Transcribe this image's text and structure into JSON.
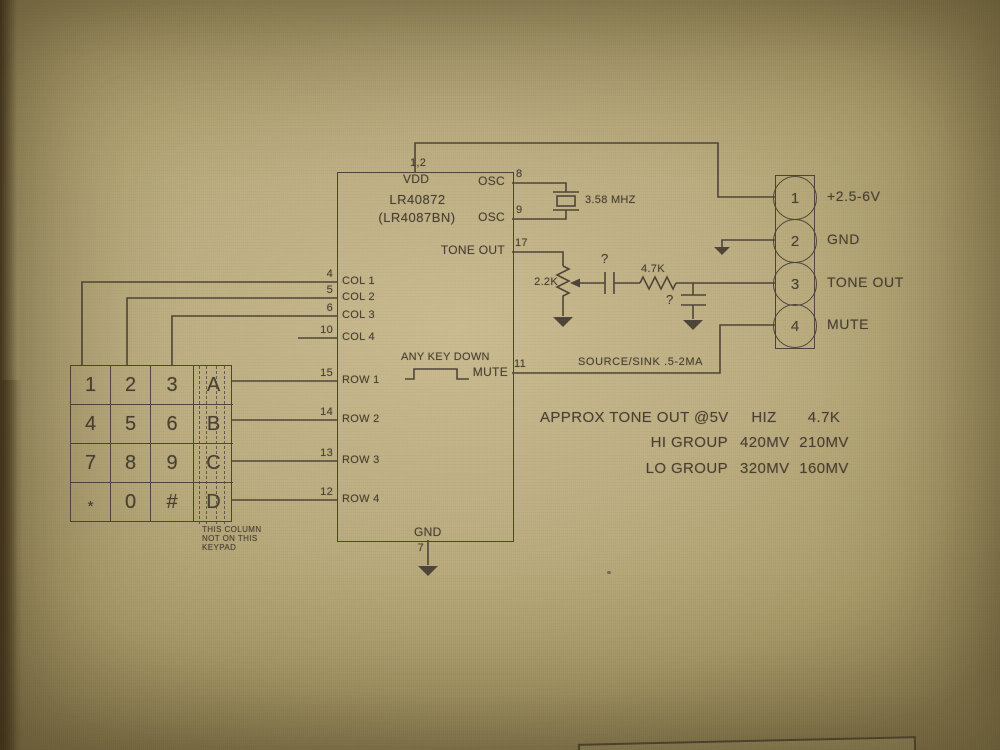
{
  "ic": {
    "name": "LR40872",
    "alt_name": "(LR4087BN)",
    "vdd_label": "VDD",
    "vdd_pins": "1,2",
    "gnd_label": "GND",
    "gnd_pin": "7",
    "any_key_down_label": "ANY KEY DOWN",
    "left_pins": [
      {
        "pin": "4",
        "label": "COL 1"
      },
      {
        "pin": "5",
        "label": "COL 2"
      },
      {
        "pin": "6",
        "label": "COL 3"
      },
      {
        "pin": "10",
        "label": "COL 4"
      },
      {
        "pin": "15",
        "label": "ROW 1"
      },
      {
        "pin": "14",
        "label": "ROW 2"
      },
      {
        "pin": "13",
        "label": "ROW 3"
      },
      {
        "pin": "12",
        "label": "ROW 4"
      }
    ],
    "right_pins": [
      {
        "pin": "8",
        "label": "OSC"
      },
      {
        "pin": "9",
        "label": "OSC"
      },
      {
        "pin": "17",
        "label": "TONE OUT"
      },
      {
        "pin": "11",
        "label": "MUTE"
      }
    ]
  },
  "crystal": {
    "value": "3.58 MHZ"
  },
  "rc_network": {
    "pot_value": "2.2K",
    "series_cap_value": "?",
    "series_resistor_value": "4.7K",
    "shunt_cap_value": "?"
  },
  "mute_note": "SOURCE/SINK .5-2MA",
  "connector": {
    "pins": [
      {
        "num": "1",
        "label": "+2.5-6V"
      },
      {
        "num": "2",
        "label": "GND"
      },
      {
        "num": "3",
        "label": "TONE OUT"
      },
      {
        "num": "4",
        "label": "MUTE"
      }
    ]
  },
  "keypad": {
    "keys": [
      [
        "1",
        "2",
        "3",
        "A"
      ],
      [
        "4",
        "5",
        "6",
        "B"
      ],
      [
        "7",
        "8",
        "9",
        "C"
      ],
      [
        "*",
        "0",
        "#",
        "D"
      ]
    ],
    "note_lines": [
      "THIS COLUMN",
      "NOT ON THIS",
      "KEYPAD"
    ]
  },
  "tone_table": {
    "header": {
      "label": "APPROX TONE OUT @5V",
      "col1": "HIZ",
      "col2": "4.7K"
    },
    "rows": [
      {
        "label": "HI GROUP",
        "col1": "420MV",
        "col2": "210MV"
      },
      {
        "label": "LO GROUP",
        "col1": "320MV",
        "col2": "160MV"
      }
    ]
  }
}
